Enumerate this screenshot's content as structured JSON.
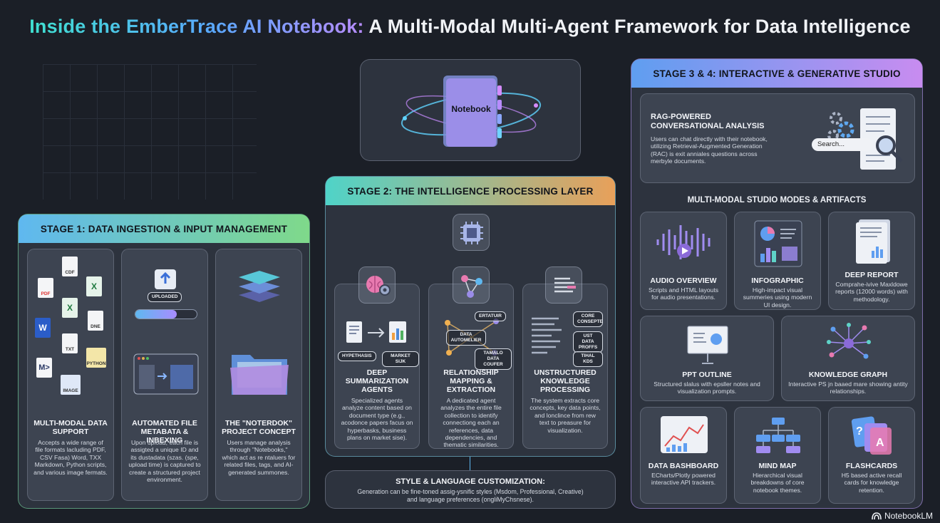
{
  "title": {
    "part1": "Inside the EmberTrace AI Notebook:",
    "part2": " A Multi-Modal Multi-Agent Framework for Data Intelligence"
  },
  "center_notebook": {
    "label": "Notebook"
  },
  "stage1": {
    "header": "STAGE 1: DATA INGESTION & INPUT MANAGEMENT",
    "icons": {
      "cdf": "CDF",
      "pdf": "PDF",
      "dne": "DNE",
      "txt": "TXT",
      "python": "PYTHON",
      "image": "IMAGE",
      "uploaded": "UPLOADED"
    },
    "cards": [
      {
        "title": "MULTI-MODAL DATA SUPPORT",
        "desc": "Accepts a wide range of file formats lacluding PDF, CSV Fasa) Word, TXX Markdown, Python scripts, and various image fermats."
      },
      {
        "title": "AUTOMATED FILE METABATA & INBEXING",
        "desc": "Upon upload, each file is assigted a unique ID and its dustadata (szas. (spe, upload time) is captured to create a structured project environment."
      },
      {
        "title": "THE \"NOTERDOK\" PROJECT CONCEPT",
        "desc": "Users manage analysis through \"Notebooks,\" which act as re ntaluers for related files, tags, and AI-generated summones."
      }
    ]
  },
  "stage2": {
    "header": "STAGE 2: THE INTELLIGENCE PROCESSING LAYER",
    "tags": {
      "hypothesis": "HYPETHASIS",
      "market": "MARKET SIJK",
      "ertatuir": "ERTATUIR",
      "data_auto": "DATA AUTOMELIER",
      "tamalo": "TAMALO DATA COUFER",
      "core": "CORE CONSEPTE",
      "ust": "UST DATA PROFFS",
      "tihal": "TIHAL KDS"
    },
    "cards": [
      {
        "title": "DEEP SUMMARIZATION AGENTS",
        "desc": "Specialized agents analyze content based on document type (e.g., acodonce papers facus on hyperbasks, business plans on market sise)."
      },
      {
        "title": "RELATIONSHIP MAPPING & EXTRACTION",
        "desc": "A dedicated agent analyzes the entire file collection to identify connectiong each an references, data dependencies, and thematic similarities."
      },
      {
        "title": "UNSTRUCTURED KNOWLEDGE PROCESSING",
        "desc": "The system extracts core concepts, key data points, and lonclince from rew text to preasure for visualization."
      }
    ]
  },
  "style_card": {
    "title": "STYLE & LANGUAGE CUSTOMIZATION:",
    "desc1": "Generation can be fine-toned assig-ysnific styles (Msdom, Professional, Creative)",
    "desc2": "and language preferences (ongliMyChsnese)."
  },
  "stage34": {
    "header": "STAGE 3 & 4: INTERACTIVE & GENERATIVE STUDIO",
    "rag": {
      "title1": "RAG-POWERED",
      "title2": "CONVERSATIONAL ANALYSIS",
      "desc": "Users can chat directly with their notebook, utilizing Retrieval-Augmented Generation (RAC) is exit anniales questions across merbyle documents.",
      "search_placeholder": "Search..."
    },
    "subheader": "MULTI-MODAL STUDIO MODES & ARTIFACTS",
    "cards": [
      {
        "title": "AUDIO OVERVIEW",
        "desc": "Scripts and HTML layouts for audio presentations."
      },
      {
        "title": "INFOGRAPHIC",
        "desc": "High-impact visual summeries using modern UI design."
      },
      {
        "title": "DEEP REPORT",
        "desc": "Comprahe-ivive Maxldowe reports (12000 words) with methodology."
      },
      {
        "title": "PPT OUTLINE",
        "desc": "Structured slalus with epsller notes and visualization prompts."
      },
      {
        "title": "KNOWLEDGE GRAPH",
        "desc": "Interactive PS jn baaed mare showing antity relationships."
      },
      {
        "title": "DATA BASHBOARD",
        "desc": "ECharts/Plotly powered interactive API trackers."
      },
      {
        "title": "MIND MAP",
        "desc": "Hierarchical visual breakdowns of core notebook themes."
      },
      {
        "title": "FLASHCARDS",
        "desc": "H5 based active recall cards for knowledge retention."
      }
    ]
  },
  "footer": {
    "brand": "NotebookLM"
  }
}
